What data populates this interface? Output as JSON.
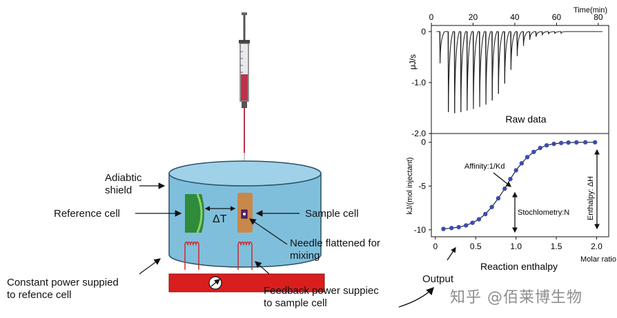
{
  "diagram": {
    "labels": {
      "adiabatic_shield": [
        "Adiabtic",
        "shield"
      ],
      "reference_cell": "Reference cell",
      "sample_cell": "Sample cell",
      "delta_t": "ΔT",
      "needle": [
        "Needle flattened for",
        "mixing"
      ],
      "constant_power": [
        "Constant power suppied",
        "to refence cell"
      ],
      "feedback_power": [
        "Feedback power suppiec",
        "to sample cell"
      ],
      "output": "Output"
    },
    "colors": {
      "shield": "#7fbfdc",
      "reference_cell": "#2e8b3a",
      "sample_cell": "#c8884a",
      "heater": "#d91e1e",
      "syringe_liquid": "#c0304a",
      "plot_points": "#3b4bb3"
    }
  },
  "chart_data": [
    {
      "type": "line",
      "title": "Raw data",
      "xlabel": "Time(min)",
      "ylabel": "μJ/s",
      "xlim": [
        0,
        85
      ],
      "ylim": [
        -2.0,
        0.12
      ],
      "x_ticks": [
        0,
        20,
        40,
        60,
        80
      ],
      "y_ticks": [
        0,
        -1.0,
        -2.0
      ],
      "y_tick_labels": [
        "0",
        "-1.0",
        "-2.0"
      ],
      "injections": {
        "times": [
          4,
          8,
          11,
          14,
          17,
          20,
          23,
          26,
          29,
          32,
          35,
          38,
          41,
          44,
          47,
          50,
          53,
          56,
          59,
          62
        ],
        "peak_values": [
          -0.62,
          -1.58,
          -1.6,
          -1.58,
          -1.55,
          -1.52,
          -1.48,
          -1.43,
          -1.35,
          -1.22,
          -1.02,
          -0.75,
          -0.48,
          -0.28,
          -0.16,
          -0.1,
          -0.07,
          -0.05,
          -0.04,
          -0.03
        ]
      }
    },
    {
      "type": "scatter",
      "title": "Reaction enthalpy",
      "xlabel": "Molar ratio",
      "ylabel": "kJ/(mol injectant)",
      "xlim": [
        -0.05,
        2.15
      ],
      "ylim": [
        -10.8,
        1.0
      ],
      "x_ticks": [
        0,
        0.5,
        1.0,
        1.5,
        2.0
      ],
      "x_tick_labels": [
        "0",
        "0.5",
        "1.0",
        "1.5",
        "2.0"
      ],
      "y_ticks": [
        0,
        -5,
        -10
      ],
      "y_tick_labels": [
        "0",
        "-5",
        "-10"
      ],
      "points": {
        "x": [
          0.1,
          0.2,
          0.29,
          0.38,
          0.46,
          0.54,
          0.62,
          0.7,
          0.78,
          0.86,
          0.93,
          1.0,
          1.07,
          1.14,
          1.22,
          1.3,
          1.38,
          1.47,
          1.56,
          1.65,
          1.75,
          1.86,
          1.98
        ],
        "y": [
          -9.9,
          -9.8,
          -9.7,
          -9.5,
          -9.2,
          -8.8,
          -8.2,
          -7.4,
          -6.4,
          -5.3,
          -4.2,
          -3.2,
          -2.4,
          -1.7,
          -1.1,
          -0.65,
          -0.35,
          -0.18,
          -0.08,
          -0.03,
          -0.01,
          0.0,
          0.0
        ]
      },
      "annotations": {
        "affinity": "Affinity:1/Kd",
        "stoichiometry": "Stochlometry:N",
        "enthalpy": "Enthalpy: ΔH"
      }
    }
  ],
  "watermark": "知乎 @佰莱博生物"
}
